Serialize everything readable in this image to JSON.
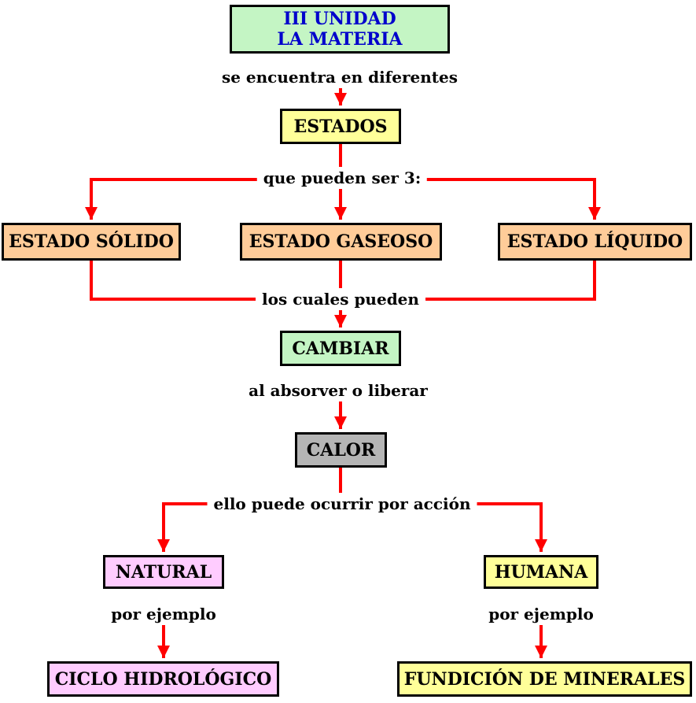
{
  "colors": {
    "green": "#c4f5c4",
    "yellow": "#ffff99",
    "orange": "#ffcc99",
    "gray": "#b5b5b5",
    "pink": "#ffccff",
    "red": "#ff0000",
    "blue": "#0000cc",
    "black": "#000000"
  },
  "diagram": {
    "title": {
      "line1": "III UNIDAD",
      "line2": "LA MATERIA"
    },
    "labels": {
      "se_encuentra": "se encuentra en diferentes",
      "que_pueden": "que pueden ser 3:",
      "los_cuales": "los cuales pueden",
      "al_absorver": "al absorver o liberar",
      "ello_puede": "ello puede ocurrir por acción",
      "por_ejemplo_left": "por ejemplo",
      "por_ejemplo_right": "por ejemplo"
    },
    "nodes": {
      "estados": "ESTADOS",
      "estado_solido": "ESTADO SÓLIDO",
      "estado_gaseoso": "ESTADO GASEOSO",
      "estado_liquido": "ESTADO LÍQUIDO",
      "cambiar": "CAMBIAR",
      "calor": "CALOR",
      "natural": "NATURAL",
      "humana": "HUMANA",
      "ciclo_hidrologico": "CICLO HIDROLÓGICO",
      "fundicion_minerales": "FUNDICIÓN DE MINERALES"
    }
  }
}
